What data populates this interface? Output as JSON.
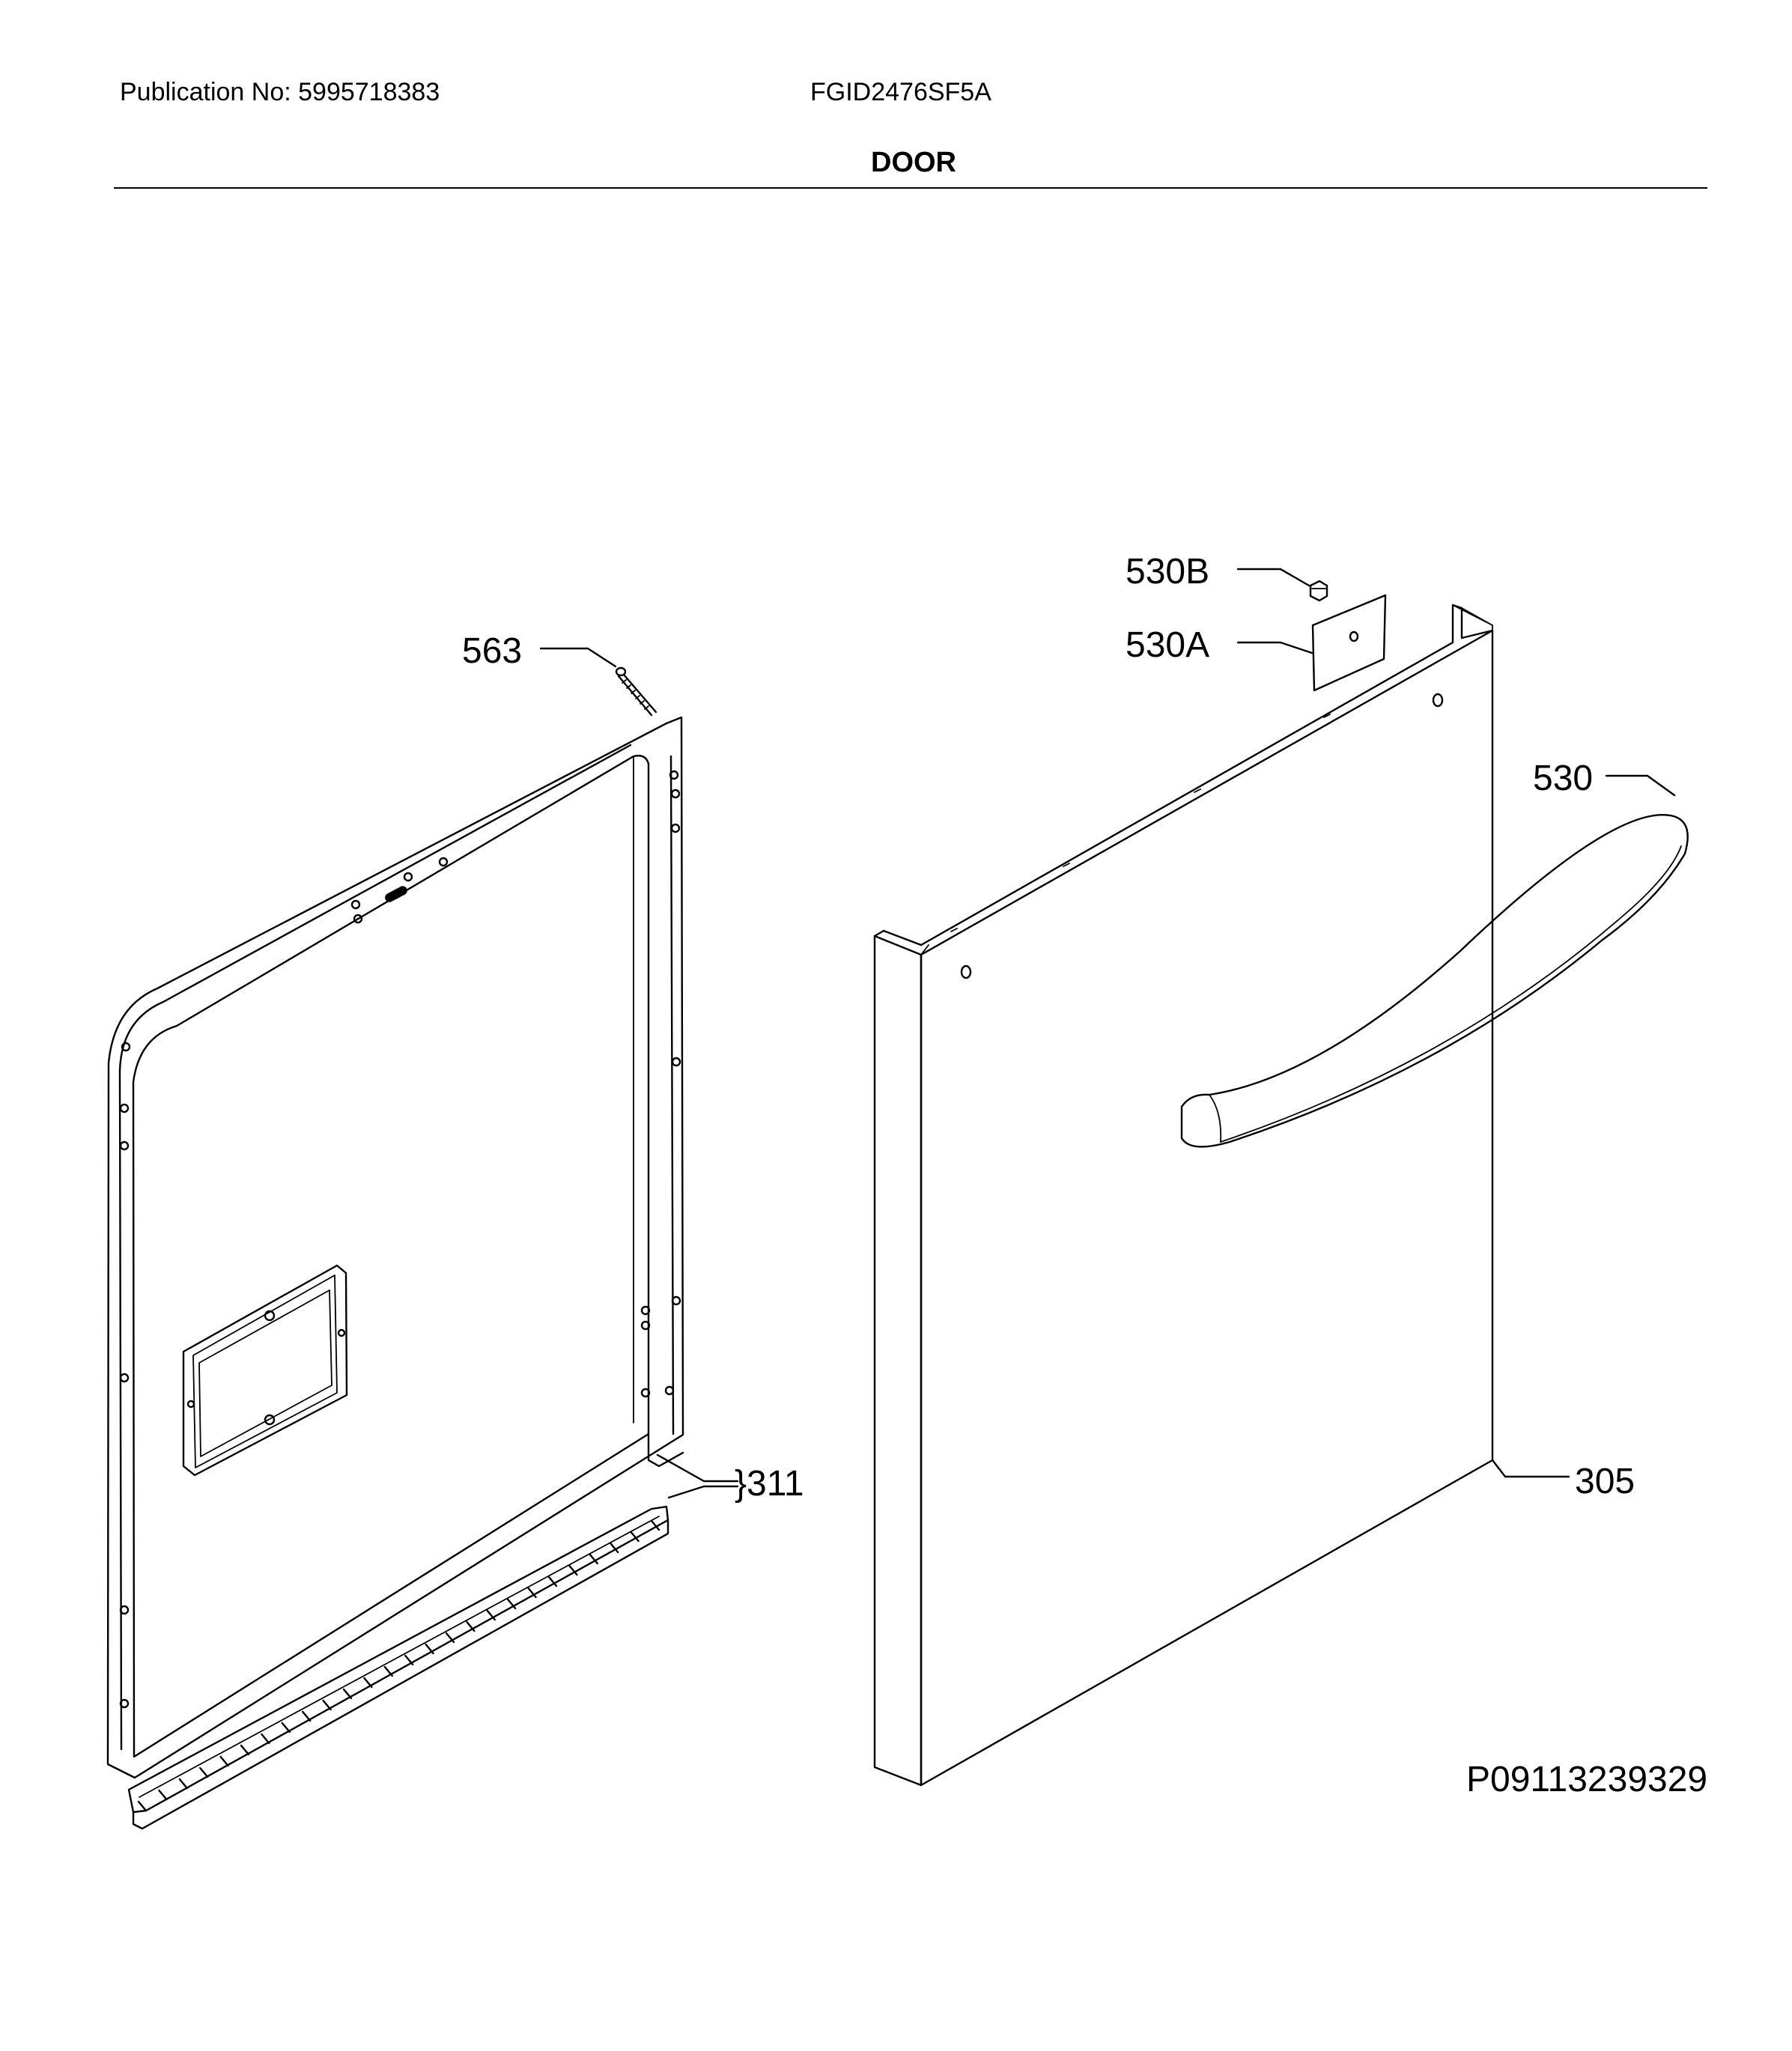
{
  "header": {
    "publication": "Publication No: 5995718383",
    "model": "FGID2476SF5A",
    "section_title": "DOOR"
  },
  "callouts": {
    "c563": "563",
    "c311": "}311",
    "c530B": "530B",
    "c530A": "530A",
    "c530": "530",
    "c305": "305"
  },
  "figure_id": "P09113239329"
}
